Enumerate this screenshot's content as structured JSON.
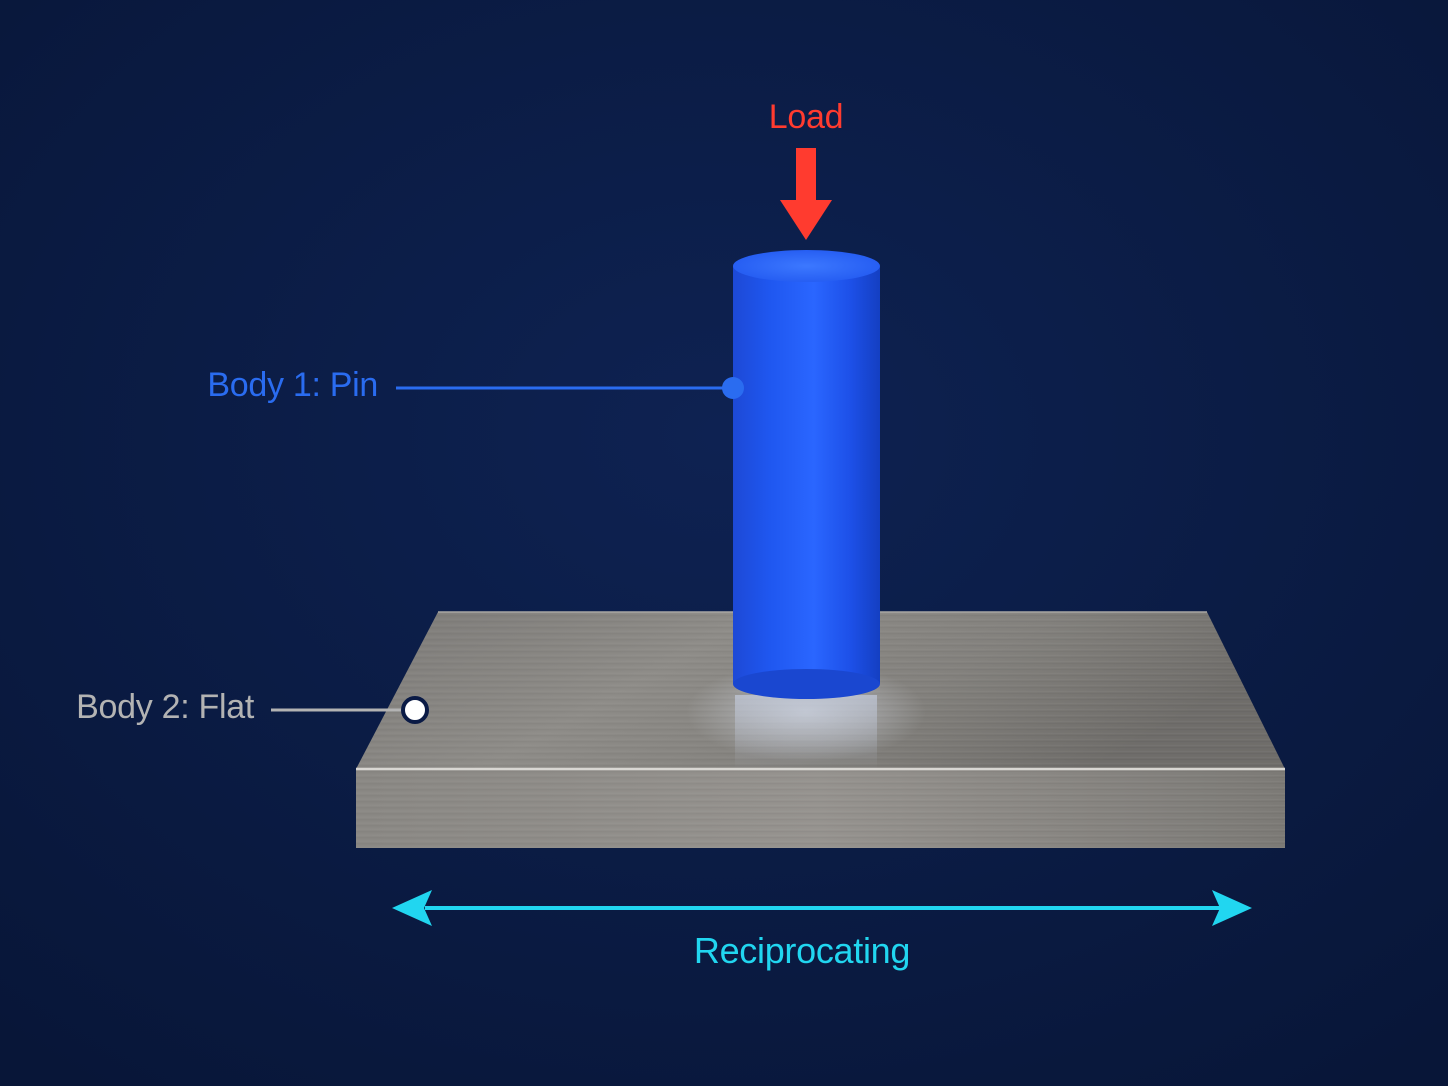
{
  "labels": {
    "load": "Load",
    "pin": "Body 1: Pin",
    "flat": "Body 2: Flat",
    "motion": "Reciprocating"
  },
  "colors": {
    "background": "#0a1a45",
    "load": "#ff3b2f",
    "pin": "#2a6cf0",
    "flat": "#b3b3b3",
    "motion": "#21d6f0"
  }
}
